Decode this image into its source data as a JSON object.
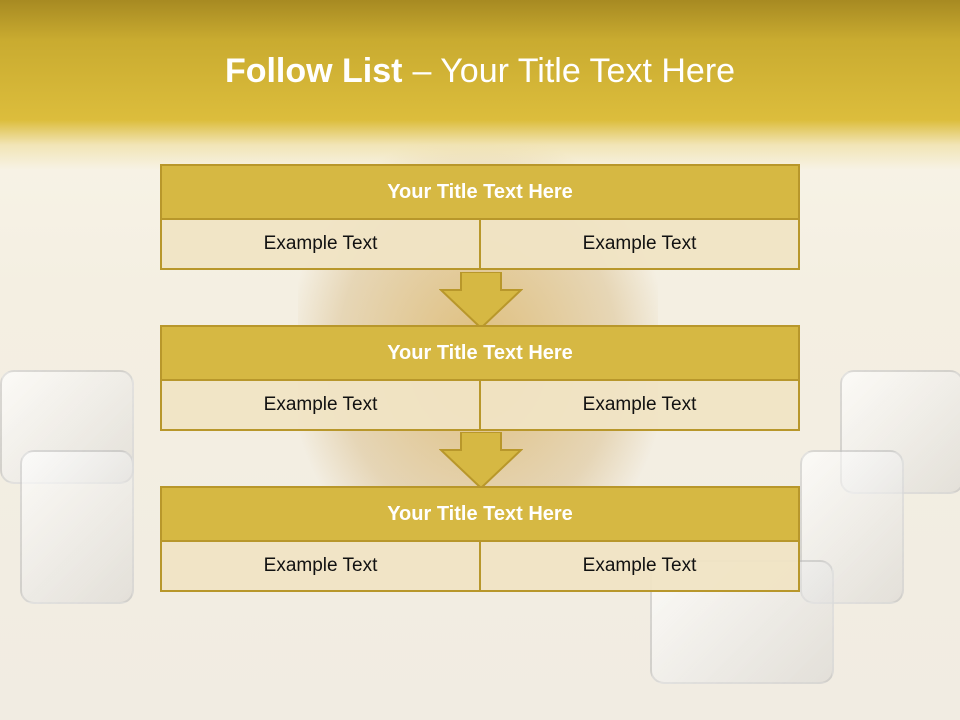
{
  "slide": {
    "title_bold": "Follow List",
    "title_rest": "– Your Title Text Here"
  },
  "blocks": [
    {
      "title": "Your Title Text Here",
      "cells": [
        "Example Text",
        "Example Text"
      ]
    },
    {
      "title": "Your Title Text Here",
      "cells": [
        "Example Text",
        "Example Text"
      ]
    },
    {
      "title": "Your Title Text Here",
      "cells": [
        "Example Text",
        "Example Text"
      ]
    }
  ],
  "colors": {
    "accent": "#d6b843",
    "border": "#b8972b",
    "cell": "#f0e4c4"
  },
  "icons": [
    "down-arrow-icon",
    "down-arrow-icon"
  ]
}
